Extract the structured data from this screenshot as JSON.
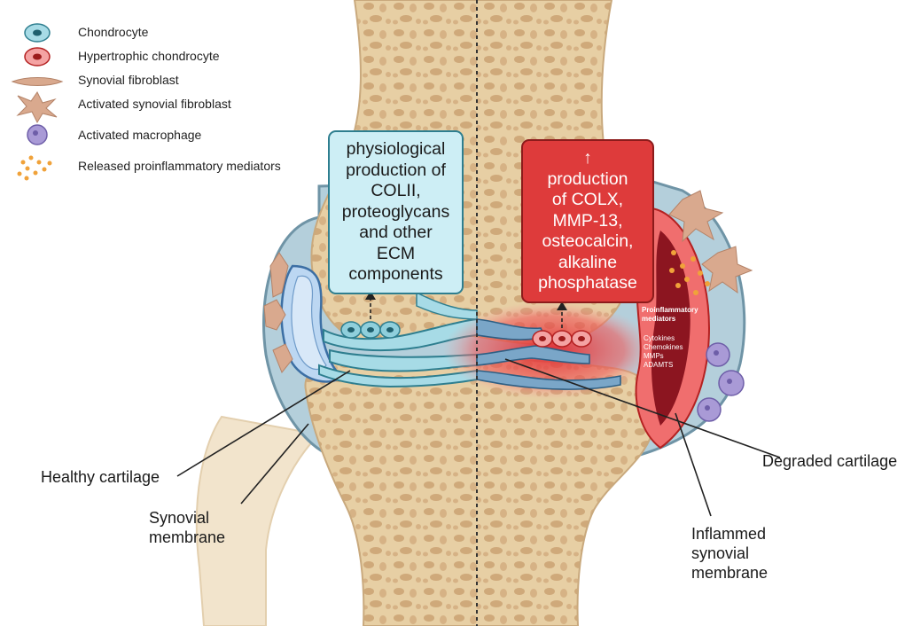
{
  "legend": [
    {
      "icon": "chondrocyte-icon",
      "label": "Chondrocyte"
    },
    {
      "icon": "hypertrophic-chondrocyte-icon",
      "label": "Hypertrophic chondrocyte"
    },
    {
      "icon": "synovial-fibroblast-icon",
      "label": "Synovial fibroblast"
    },
    {
      "icon": "activated-synovial-fibroblast-icon",
      "label": "Activated synovial fibroblast"
    },
    {
      "icon": "activated-macrophage-icon",
      "label": "Activated macrophage"
    },
    {
      "icon": "proinflammatory-mediators-icon",
      "label": "Released proinflammatory mediators"
    }
  ],
  "healthy_box": {
    "lines": [
      "physiological",
      "production of",
      "COLII,",
      "proteoglycans",
      "and other",
      "ECM",
      "components"
    ]
  },
  "oa_box": {
    "lines": [
      "↑",
      "production",
      "of COLX,",
      "MMP-13,",
      "osteocalcin,",
      "alkaline",
      "phosphatase"
    ]
  },
  "mediators_panel": {
    "title_lines": [
      "Proinflammatory",
      "mediators"
    ],
    "items": [
      "Cytokines",
      "Chemokines",
      "MMPs",
      "ADAMTS"
    ]
  },
  "callouts": {
    "healthy_cartilage": "Healthy cartilage",
    "synovial_membrane": [
      "Synovial",
      "membrane"
    ],
    "degraded_cartilage": "Degraded cartilage",
    "inflammed_synovial_membrane": [
      "Inflammed",
      "synovial",
      "membrane"
    ]
  },
  "colors": {
    "bone": "#e7cfa4",
    "bone_pore": "#cfa97a",
    "healthy_cartilage": "#a7dbe6",
    "healthy_border": "#2e7e8f",
    "inflamed": "#e23a3a",
    "synovium": "#9bb8c6",
    "fibula": "#f2e4cc"
  }
}
